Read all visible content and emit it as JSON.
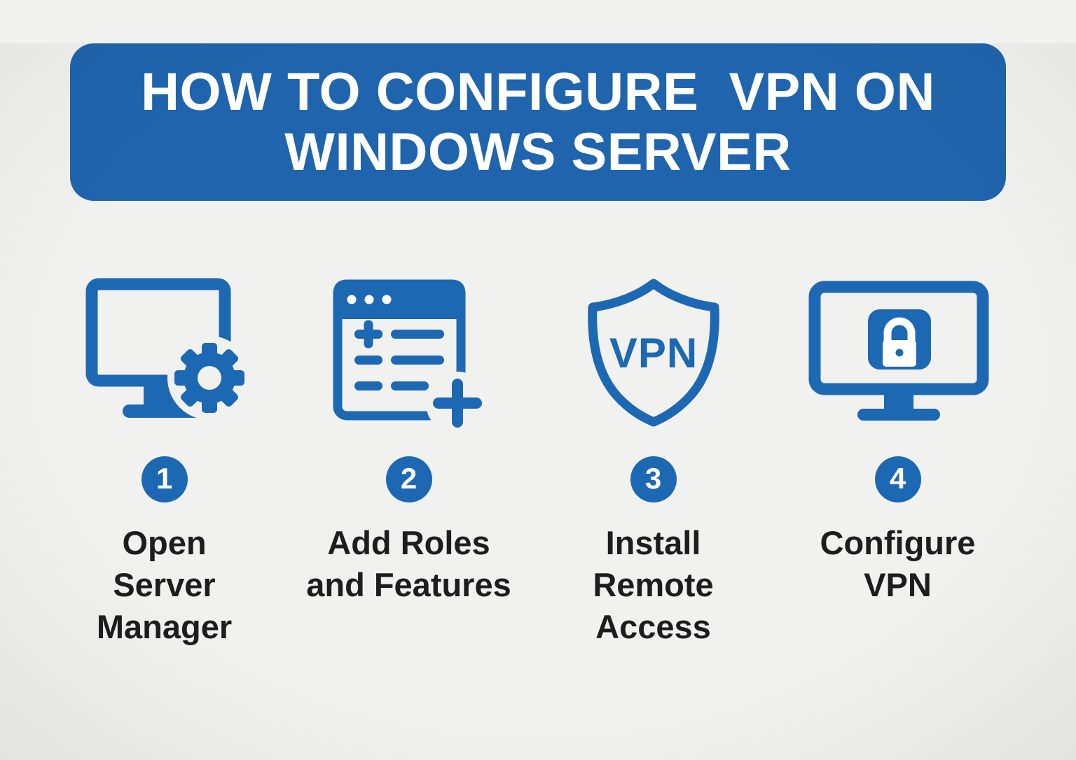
{
  "colors": {
    "banner_blue": "#1f64ad",
    "icon_blue": "#1d68b2",
    "label_text": "#1d1d1f",
    "page_bg": "#f1f1f0",
    "cutout": "#f1f1f0"
  },
  "header": {
    "title_line1": "HOW TO CONFIGURE  VPN ON",
    "title_line2": "WINDOWS SERVER"
  },
  "steps": [
    {
      "number": "1",
      "label": "Open\nServer\nManager",
      "icon": "monitor-gear-icon"
    },
    {
      "number": "2",
      "label": "Add Roles\nand Features",
      "icon": "window-roles-plus-icon"
    },
    {
      "number": "3",
      "label": "Install\nRemote\nAccess",
      "icon": "vpn-shield-icon",
      "icon_text": "VPN"
    },
    {
      "number": "4",
      "label": "Configure\nVPN",
      "icon": "monitor-lock-icon"
    }
  ]
}
